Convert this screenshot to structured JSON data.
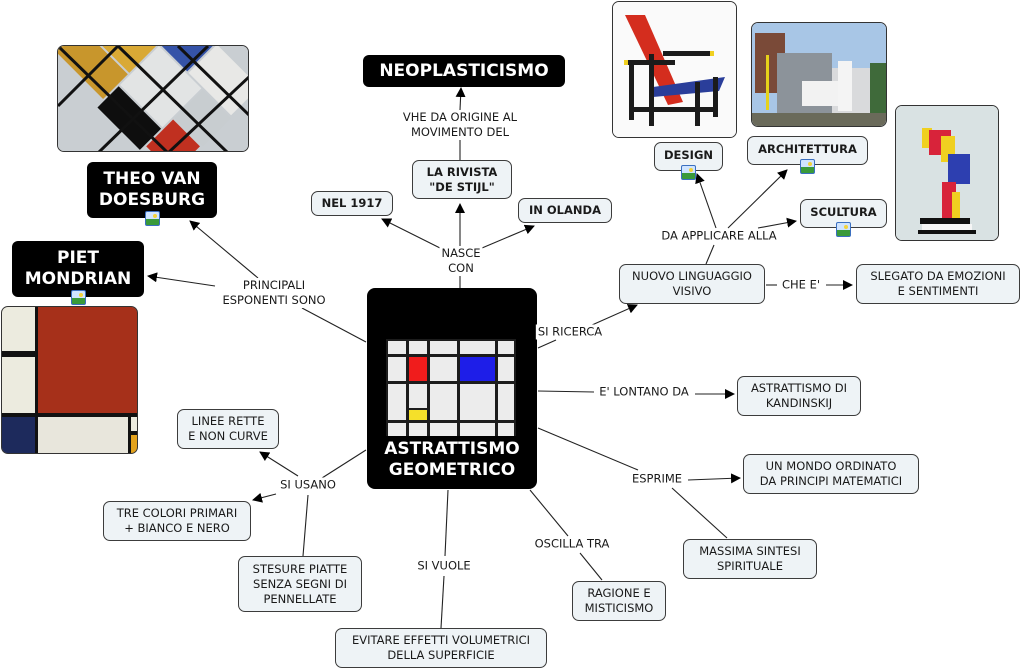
{
  "central_concept": {
    "title": "ASTRATTISMO\nGEOMETRICO",
    "icon": "mondrian-grid-image",
    "colors": {
      "red": "#f01c1c",
      "blue": "#1e1ee8",
      "yellow": "#f5e02a",
      "cell": "#ececec"
    }
  },
  "nodes": {
    "neoplasticismo": "NEOPLASTICISMO",
    "la_rivista": "LA RIVISTA\n\"DE STIJL\"",
    "nel_1917": "NEL 1917",
    "in_olanda": "IN OLANDA",
    "theo_van_doesburg": "THEO VAN\nDOESBURG",
    "piet_mondrian": "PIET\nMONDRIAN",
    "design": "DESIGN",
    "architettura": "ARCHITETTURA",
    "scultura": "SCULTURA",
    "nuovo_linguaggio": "NUOVO LINGUAGGIO\nVISIVO",
    "slegato": "SLEGATO DA EMOZIONI\nE SENTIMENTI",
    "kandinskij": "ASTRATTISMO DI\nKANDINSKIJ",
    "mondo_ordinato": "UN MONDO ORDINATO\nDA PRINCIPI MATEMATICI",
    "massima_sintesi": "MASSIMA SINTESI\nSPIRITUALE",
    "ragione": "RAGIONE E\nMISTICISMO",
    "evitare": "EVITARE EFFETTI VOLUMETRICI\nDELLA SUPERFICIE",
    "stesure": "STESURE PIATTE\nSENZA SEGNI DI\nPENNELLATE",
    "tre_colori": "TRE COLORI PRIMARI\n+ BIANCO E NERO",
    "linee_rette": "LINEE RETTE\nE NON CURVE"
  },
  "link_labels": {
    "vhe_da_origine": "VHE DA ORIGINE AL\nMOVIMENTO DEL",
    "nasce_con": "NASCE\nCON",
    "principali": "PRINCIPALI\nESPONENTI SONO",
    "da_applicare": "DA APPLICARE ALLA",
    "si_ricerca": "SI RICERCA",
    "che_e": "CHE E'",
    "e_lontano": "E' LONTANO DA",
    "esprime": "ESPRIME",
    "oscilla": "OSCILLA TRA",
    "si_vuole": "SI VUOLE",
    "si_usano": "SI USANO"
  },
  "images": {
    "doesburg_painting": "doesburg-counter-composition-image",
    "mondrian_painting": "mondrian-composition-image",
    "rietveld_chair": "red-blue-chair-image",
    "schroder_house": "schroder-house-image",
    "sculpture": "de-stijl-sculpture-image"
  }
}
